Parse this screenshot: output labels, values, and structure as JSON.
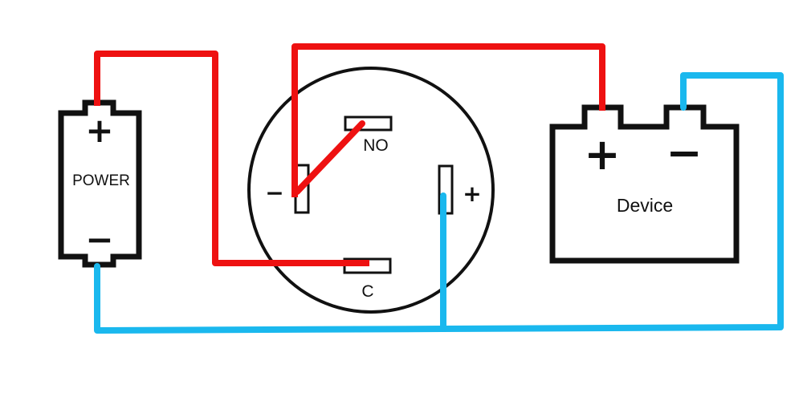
{
  "colors": {
    "positive_wire": "#ee1111",
    "negative_wire": "#1ab8ee",
    "outline": "#111111",
    "background": "#ffffff"
  },
  "power": {
    "label": "POWER",
    "plus": "+",
    "minus": "−"
  },
  "switch": {
    "no_label": "NO",
    "c_label": "C",
    "minus": "−",
    "plus": "+"
  },
  "device": {
    "label": "Device",
    "plus": "+",
    "minus": "−"
  }
}
